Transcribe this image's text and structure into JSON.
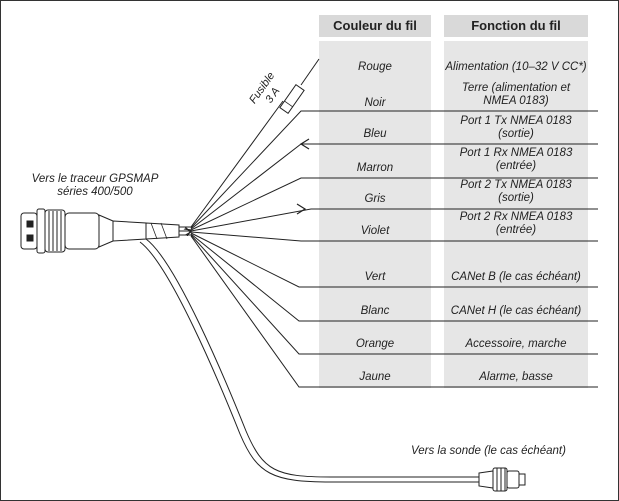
{
  "headers": {
    "color": "Couleur du fil",
    "function": "Fonction du fil"
  },
  "fuse": {
    "label": "Fusible",
    "rating": "3 A"
  },
  "connector_label": {
    "line1": "Vers le traceur GPSMAP",
    "line2": "séries 400/500"
  },
  "sonde_label": "Vers la sonde (le cas échéant)",
  "wires": [
    {
      "color": "Rouge",
      "function_l1": "Alimentation (10–32 V CC*)",
      "function_l2": ""
    },
    {
      "color": "Noir",
      "function_l1": "Terre (alimentation et",
      "function_l2": "NMEA 0183)"
    },
    {
      "color": "Bleu",
      "function_l1": "Port 1 Tx NMEA 0183",
      "function_l2": "(sortie)"
    },
    {
      "color": "Marron",
      "function_l1": "Port 1 Rx NMEA 0183",
      "function_l2": "(entrée)"
    },
    {
      "color": "Gris",
      "function_l1": "Port 2 Tx NMEA 0183",
      "function_l2": "(sortie)"
    },
    {
      "color": "Violet",
      "function_l1": "Port 2 Rx NMEA 0183",
      "function_l2": "(entrée)"
    },
    {
      "color": "Vert",
      "function_l1": "CANet B (le cas échéant)",
      "function_l2": ""
    },
    {
      "color": "Blanc",
      "function_l1": "CANet H (le cas échéant)",
      "function_l2": ""
    },
    {
      "color": "Orange",
      "function_l1": "Accessoire, marche",
      "function_l2": ""
    },
    {
      "color": "Jaune",
      "function_l1": "Alarme, basse",
      "function_l2": ""
    }
  ],
  "colors": {
    "column_bg": "#e6e6e6",
    "header_bg": "#d9d9d9",
    "line": "#222222"
  }
}
